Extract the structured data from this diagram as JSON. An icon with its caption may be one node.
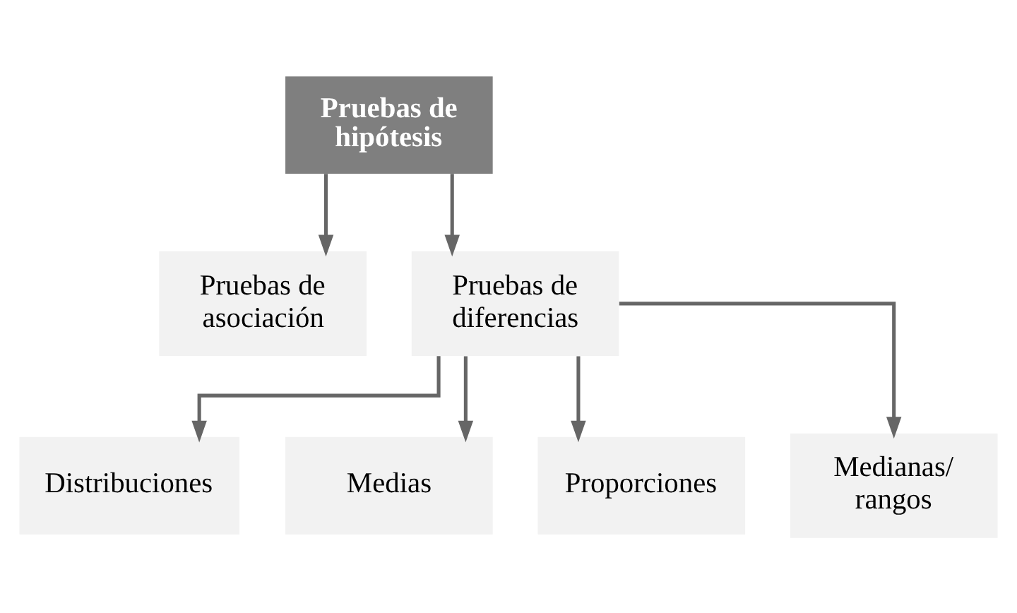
{
  "diagram": {
    "nodes": [
      {
        "text": [
          "Pruebas de hipótesis"
        ]
      },
      {
        "text": [
          "Pruebas de asociación"
        ]
      },
      {
        "text": [
          "Pruebas de diferencias"
        ]
      },
      {
        "text": [
          "Distribuciones"
        ]
      },
      {
        "text": [
          "Medias"
        ]
      },
      {
        "text": [
          "Proporciones"
        ]
      },
      {
        "text": [
          "Medianas/ rangos"
        ]
      }
    ],
    "edges": [
      {
        "from": 0,
        "to": 1,
        "arrow": "to"
      },
      {
        "from": 0,
        "to": 2,
        "arrow": "to"
      },
      {
        "from": 2,
        "to": 3,
        "arrow": "to"
      },
      {
        "from": 2,
        "to": 4,
        "arrow": "to"
      },
      {
        "from": 2,
        "to": 5,
        "arrow": "to"
      },
      {
        "from": 2,
        "to": 6,
        "arrow": "to"
      }
    ]
  }
}
